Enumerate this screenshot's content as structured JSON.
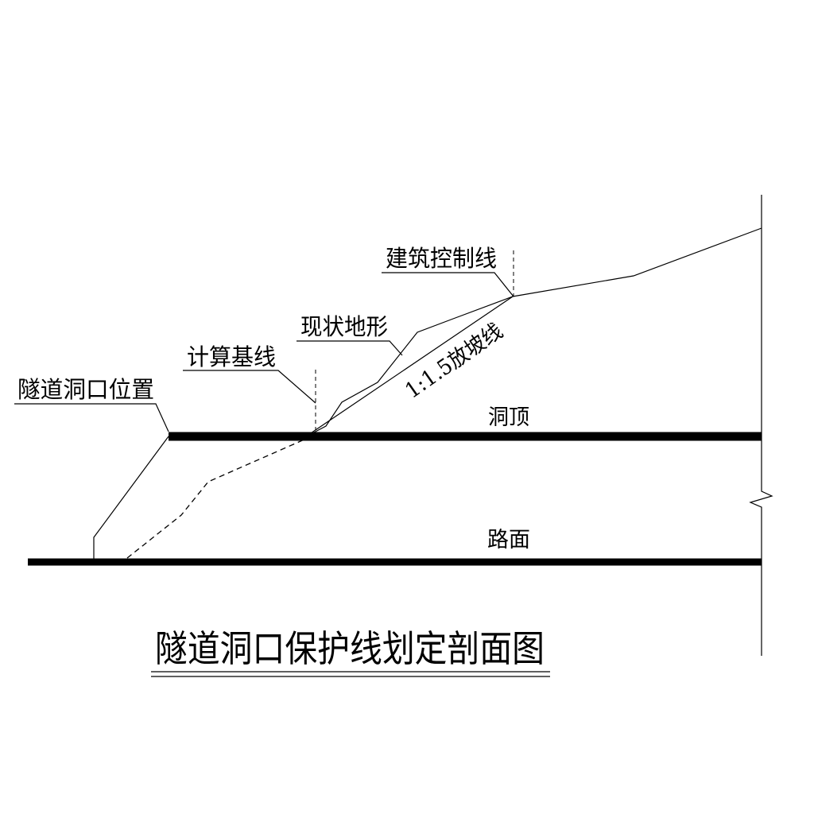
{
  "title": "隧道洞口保护线划定剖面图",
  "labels": {
    "tunnel_portal_position": "隧道洞口位置",
    "calculation_baseline": "计算基线",
    "existing_terrain": "现状地形",
    "building_control_line": "建筑控制线",
    "slope_line": "1:1.5放坡线",
    "tunnel_top": "洞顶",
    "road_surface": "路面"
  },
  "colors": {
    "line": "#000000",
    "background": "#ffffff"
  }
}
